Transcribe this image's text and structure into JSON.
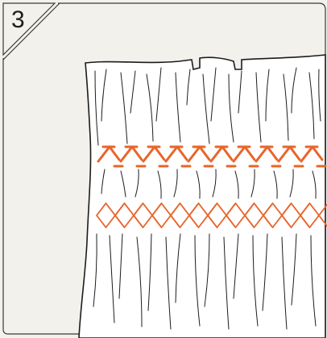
{
  "step": {
    "number": "3"
  },
  "colors": {
    "background": "#f2f1ec",
    "fabric": "#ffffff",
    "outline": "#1c1c1c",
    "stitch": "#e8652a"
  },
  "illustration": {
    "subject": "smocking-pleated-fabric",
    "stitch_rows": [
      {
        "name": "wave-stitch-row",
        "type": "zigzag-arrow",
        "units": 10
      },
      {
        "name": "honeycomb-diamond-row",
        "type": "diamond-lattice",
        "units": 12
      }
    ]
  }
}
